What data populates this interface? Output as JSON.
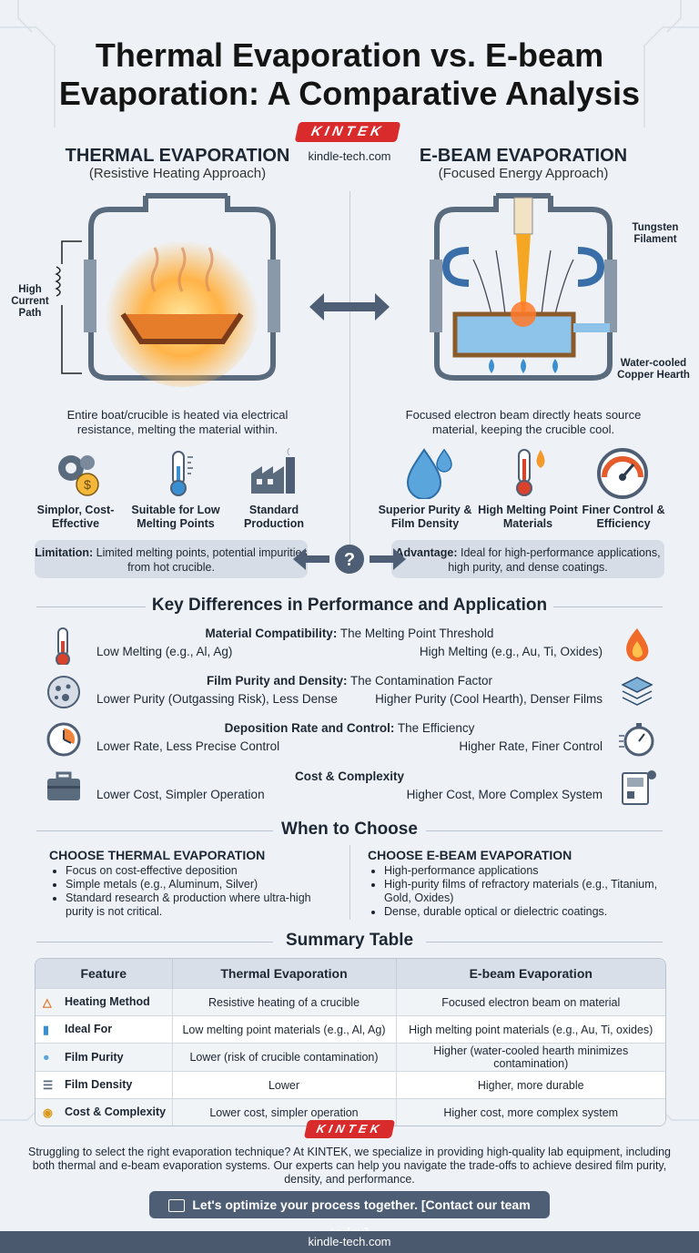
{
  "title": "Thermal Evaporation vs. E-beam Evaporation: A Comparative Analysis",
  "brand": {
    "logo_text": "KINTEK",
    "url": "kindle-tech.com"
  },
  "thermal": {
    "title": "THERMAL EVAPORATION",
    "subtitle": "(Resistive Heating Approach)",
    "diagram_label": "High Current Path",
    "description": "Entire boat/crucible is heated via electrical resistance, melting the material within.",
    "features": [
      "Simplor, Cost-Effective",
      "Suitable for Low Melting Points",
      "Standard Production"
    ],
    "limitation_label": "Limitation:",
    "limitation_text": "Limited melting points, potential impurities from hot crucible."
  },
  "ebeam": {
    "title": "E-BEAM EVAPORATION",
    "subtitle": "(Focused Energy Approach)",
    "label_filament": "Tungsten Filament",
    "label_hearth": "Water-cooled Copper Hearth",
    "description": "Focused electron beam directly heats source material, keeping the crucible cool.",
    "features": [
      "Superior Purity & Film Density",
      "High Melting Point Materials",
      "Finer Control & Efficiency"
    ],
    "advantage_label": "Advantage:",
    "advantage_text": "Ideal for high-performance applications, high purity, and dense coatings."
  },
  "middle_icon": "question-icon",
  "key_differences": {
    "title": "Key Differences in Performance and Application",
    "rows": [
      {
        "title_bold": "Material Compatibility:",
        "title_rest": "The Melting Point Threshold",
        "left": "Low Melting (e.g., Al, Ag)",
        "right": "High Melting (e.g., Au, Ti, Oxides)",
        "left_icon": "thermometer-icon",
        "right_icon": "flame-icon"
      },
      {
        "title_bold": "Film Purity and Density:",
        "title_rest": "The Contamination Factor",
        "left": "Lower Purity (Outgassing Risk), Less Dense",
        "right": "Higher Purity (Cool Hearth), Denser Films",
        "left_icon": "particles-icon",
        "right_icon": "layers-icon"
      },
      {
        "title_bold": "Deposition Rate and Control:",
        "title_rest": "The Efficiency",
        "left": "Lower Rate, Less Precise Control",
        "right": "Higher Rate, Finer Control",
        "left_icon": "clock-icon",
        "right_icon": "stopwatch-icon"
      },
      {
        "title_bold": "Cost & Complexity",
        "title_rest": "",
        "left": "Lower Cost, Simpler Operation",
        "right": "Higher Cost, More Complex System",
        "left_icon": "toolbox-icon",
        "right_icon": "machine-icon"
      }
    ]
  },
  "when_to_choose": {
    "title": "When to Choose",
    "thermal_title": "CHOOSE THERMAL EVAPORATION",
    "thermal_items": [
      "Focus on cost-effective deposition",
      "Simple metals (e.g., Aluminum, Silver)",
      "Standard research & production where ultra-high purity is not critical."
    ],
    "ebeam_title": "CHOOSE E-BEAM EVAPORATION",
    "ebeam_items": [
      "High-performance applications",
      "High-purity films of refractory materials (e.g., Titanium, Gold, Oxides)",
      "Dense, durable optical or dielectric coatings."
    ]
  },
  "summary": {
    "title": "Summary Table",
    "headers": [
      "Feature",
      "Thermal Evaporation",
      "E-beam Evaporation"
    ],
    "rows": [
      [
        "Heating Method",
        "Resistive heating of a crucible",
        "Focused electron beam on material"
      ],
      [
        "Ideal For",
        "Low melting point materials (e.g., Al, Ag)",
        "High melting point materials (e.g., Au, Ti, oxides)"
      ],
      [
        "Film Purity",
        "Lower (risk of crucible contamination)",
        "Higher (water-cooled hearth minimizes contamination)"
      ],
      [
        "Film Density",
        "Lower",
        "Higher, more durable"
      ],
      [
        "Cost & Complexity",
        "Lower cost, simpler operation",
        "Higher cost, more complex system"
      ]
    ]
  },
  "footer": {
    "text": "Struggling to select the right evaporation technique? At KINTEK, we specialize in providing high-quality lab equipment, including both thermal and e-beam evaporation systems. Our experts can help you navigate the trade-offs to achieve desired film purity, density, and performance.",
    "cta": "Let's optimize your process together. [Contact our team today]",
    "url": "kindle-tech.com"
  },
  "colors": {
    "brand_red": "#d92b2b",
    "dark_slate": "#4a596d",
    "heat_orange": "#f39a2b",
    "water_blue": "#3a8fd0"
  }
}
